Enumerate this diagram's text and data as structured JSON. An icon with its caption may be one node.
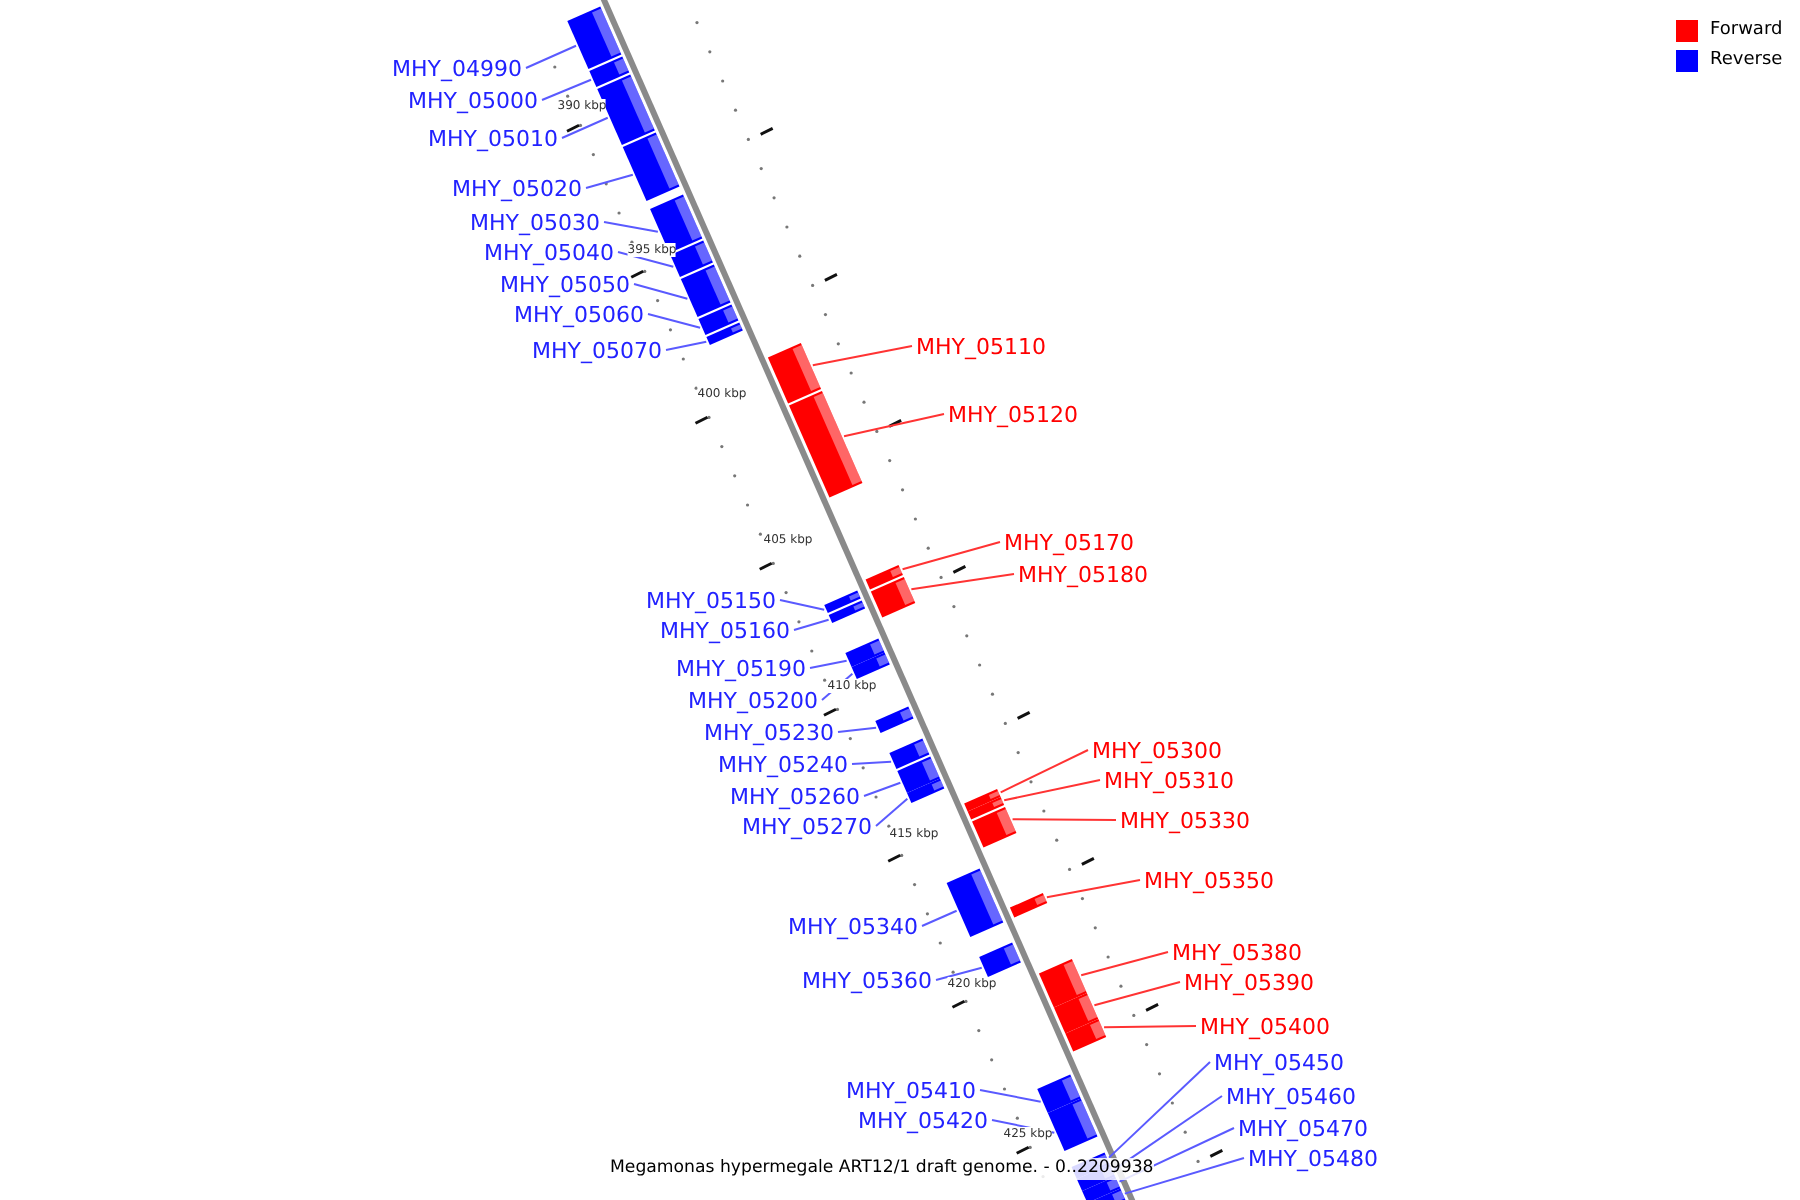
{
  "diagram": {
    "caption": "Megamonas hypermegale ART12/1 draft genome. - 0..2209938",
    "nodes": [
      {
        "text": [
          "MHY_04990"
        ]
      },
      {
        "text": [
          "MHY_05000"
        ]
      },
      {
        "text": [
          "MHY_05010"
        ]
      },
      {
        "text": [
          "MHY_05020"
        ]
      },
      {
        "text": [
          "MHY_05030"
        ]
      },
      {
        "text": [
          "MHY_05040"
        ]
      },
      {
        "text": [
          "MHY_05050"
        ]
      },
      {
        "text": [
          "MHY_05060"
        ]
      },
      {
        "text": [
          "MHY_05070"
        ]
      },
      {
        "text": [
          "MHY_05110"
        ]
      },
      {
        "text": [
          "MHY_05120"
        ]
      },
      {
        "text": [
          "MHY_05150"
        ]
      },
      {
        "text": [
          "MHY_05160"
        ]
      },
      {
        "text": [
          "MHY_05170"
        ]
      },
      {
        "text": [
          "MHY_05180"
        ]
      },
      {
        "text": [
          "MHY_05190"
        ]
      },
      {
        "text": [
          "MHY_05200"
        ]
      },
      {
        "text": [
          "MHY_05230"
        ]
      },
      {
        "text": [
          "MHY_05240"
        ]
      },
      {
        "text": [
          "MHY_05260"
        ]
      },
      {
        "text": [
          "MHY_05270"
        ]
      },
      {
        "text": [
          "MHY_05300"
        ]
      },
      {
        "text": [
          "MHY_05310"
        ]
      },
      {
        "text": [
          "MHY_05330"
        ]
      },
      {
        "text": [
          "MHY_05340"
        ]
      },
      {
        "text": [
          "MHY_05350"
        ]
      },
      {
        "text": [
          "MHY_05360"
        ]
      },
      {
        "text": [
          "MHY_05380"
        ]
      },
      {
        "text": [
          "MHY_05390"
        ]
      },
      {
        "text": [
          "MHY_05400"
        ]
      },
      {
        "text": [
          "MHY_05410"
        ]
      },
      {
        "text": [
          "MHY_05420"
        ]
      },
      {
        "text": [
          "MHY_05450"
        ]
      },
      {
        "text": [
          "MHY_05460"
        ]
      },
      {
        "text": [
          "MHY_05470"
        ]
      },
      {
        "text": [
          "MHY_05480"
        ]
      },
      {
        "text": [],
        "shape": "bar"
      },
      {
        "text": [],
        "shape": "bar"
      },
      {
        "text": [],
        "shape": "bar"
      },
      {
        "text": [],
        "shape": "bar"
      },
      {
        "text": [],
        "shape": "bar"
      },
      {
        "text": [],
        "shape": "bar"
      },
      {
        "text": [],
        "shape": "bar"
      },
      {
        "text": [],
        "shape": "bar"
      },
      {
        "text": [],
        "shape": "bar"
      },
      {
        "text": [],
        "shape": "bar"
      },
      {
        "text": [],
        "shape": "bar"
      },
      {
        "text": [],
        "shape": "bar"
      },
      {
        "text": [],
        "shape": "bar"
      },
      {
        "text": [],
        "shape": "bar"
      },
      {
        "text": [],
        "shape": "bar"
      },
      {
        "text": [],
        "shape": "bar"
      },
      {
        "text": [],
        "shape": "bar"
      },
      {
        "text": [],
        "shape": "bar"
      },
      {
        "text": [],
        "shape": "bar"
      },
      {
        "text": [],
        "shape": "bar"
      },
      {
        "text": [],
        "shape": "bar"
      },
      {
        "text": [],
        "shape": "bar"
      },
      {
        "text": [],
        "shape": "bar"
      },
      {
        "text": [],
        "shape": "bar"
      },
      {
        "text": [],
        "shape": "bar"
      },
      {
        "text": [],
        "shape": "bar"
      },
      {
        "text": [],
        "shape": "bar"
      },
      {
        "text": [],
        "shape": "bar"
      },
      {
        "text": [],
        "shape": "bar"
      },
      {
        "text": [],
        "shape": "bar"
      },
      {
        "text": [],
        "shape": "bar"
      },
      {
        "text": [],
        "shape": "bar"
      },
      {
        "text": [],
        "shape": "bar"
      },
      {
        "text": [],
        "shape": "bar"
      },
      {
        "text": [],
        "shape": "bar"
      },
      {
        "text": [],
        "shape": "bar"
      }
    ],
    "edges": [
      {
        "from": 0,
        "to": 36,
        "arrow": "none"
      },
      {
        "from": 1,
        "to": 37,
        "arrow": "none"
      },
      {
        "from": 2,
        "to": 38,
        "arrow": "none"
      },
      {
        "from": 3,
        "to": 39,
        "arrow": "none"
      },
      {
        "from": 4,
        "to": 40,
        "arrow": "none"
      },
      {
        "from": 5,
        "to": 41,
        "arrow": "none"
      },
      {
        "from": 6,
        "to": 42,
        "arrow": "none"
      },
      {
        "from": 7,
        "to": 43,
        "arrow": "none"
      },
      {
        "from": 8,
        "to": 44,
        "arrow": "none"
      },
      {
        "from": 9,
        "to": 45,
        "arrow": "none",
        "color": "#ff3333"
      },
      {
        "from": 10,
        "to": 46,
        "arrow": "none",
        "color": "#ff3333"
      },
      {
        "from": 11,
        "to": 47,
        "arrow": "none"
      },
      {
        "from": 12,
        "to": 48,
        "arrow": "none"
      },
      {
        "from": 13,
        "to": 49,
        "arrow": "none",
        "color": "#ff3333"
      },
      {
        "from": 14,
        "to": 50,
        "arrow": "none",
        "color": "#ff3333"
      },
      {
        "from": 15,
        "to": 51,
        "arrow": "none"
      },
      {
        "from": 16,
        "to": 52,
        "arrow": "none"
      },
      {
        "from": 17,
        "to": 53,
        "arrow": "none"
      },
      {
        "from": 18,
        "to": 54,
        "arrow": "none"
      },
      {
        "from": 19,
        "to": 55,
        "arrow": "none"
      },
      {
        "from": 20,
        "to": 56,
        "arrow": "none"
      },
      {
        "from": 21,
        "to": 57,
        "arrow": "none",
        "color": "#ff3333"
      },
      {
        "from": 22,
        "to": 58,
        "arrow": "none",
        "color": "#ff3333"
      },
      {
        "from": 23,
        "to": 59,
        "arrow": "none",
        "color": "#ff3333"
      },
      {
        "from": 24,
        "to": 60,
        "arrow": "none"
      },
      {
        "from": 25,
        "to": 61,
        "arrow": "none",
        "color": "#ff3333"
      },
      {
        "from": 26,
        "to": 62,
        "arrow": "none"
      },
      {
        "from": 27,
        "to": 63,
        "arrow": "none",
        "color": "#ff3333"
      },
      {
        "from": 28,
        "to": 64,
        "arrow": "none",
        "color": "#ff3333"
      },
      {
        "from": 29,
        "to": 65,
        "arrow": "none",
        "color": "#ff3333"
      },
      {
        "from": 30,
        "to": 66,
        "arrow": "none"
      },
      {
        "from": 31,
        "to": 67,
        "arrow": "none"
      },
      {
        "from": 32,
        "to": 68,
        "arrow": "none"
      },
      {
        "from": 33,
        "to": 69,
        "arrow": "none"
      },
      {
        "from": 34,
        "to": 70,
        "arrow": "none"
      },
      {
        "from": 35,
        "to": 71,
        "arrow": "none"
      }
    ],
    "labels": [
      "390 kbp",
      "395 kbp",
      "400 kbp",
      "405 kbp",
      "410 kbp",
      "415 kbp",
      "420 kbp",
      "425 kbp"
    ],
    "legend": [
      {
        "text": "Forward",
        "color": "#ff0000"
      },
      {
        "text": "Reverse",
        "color": "#0000ff"
      }
    ]
  }
}
